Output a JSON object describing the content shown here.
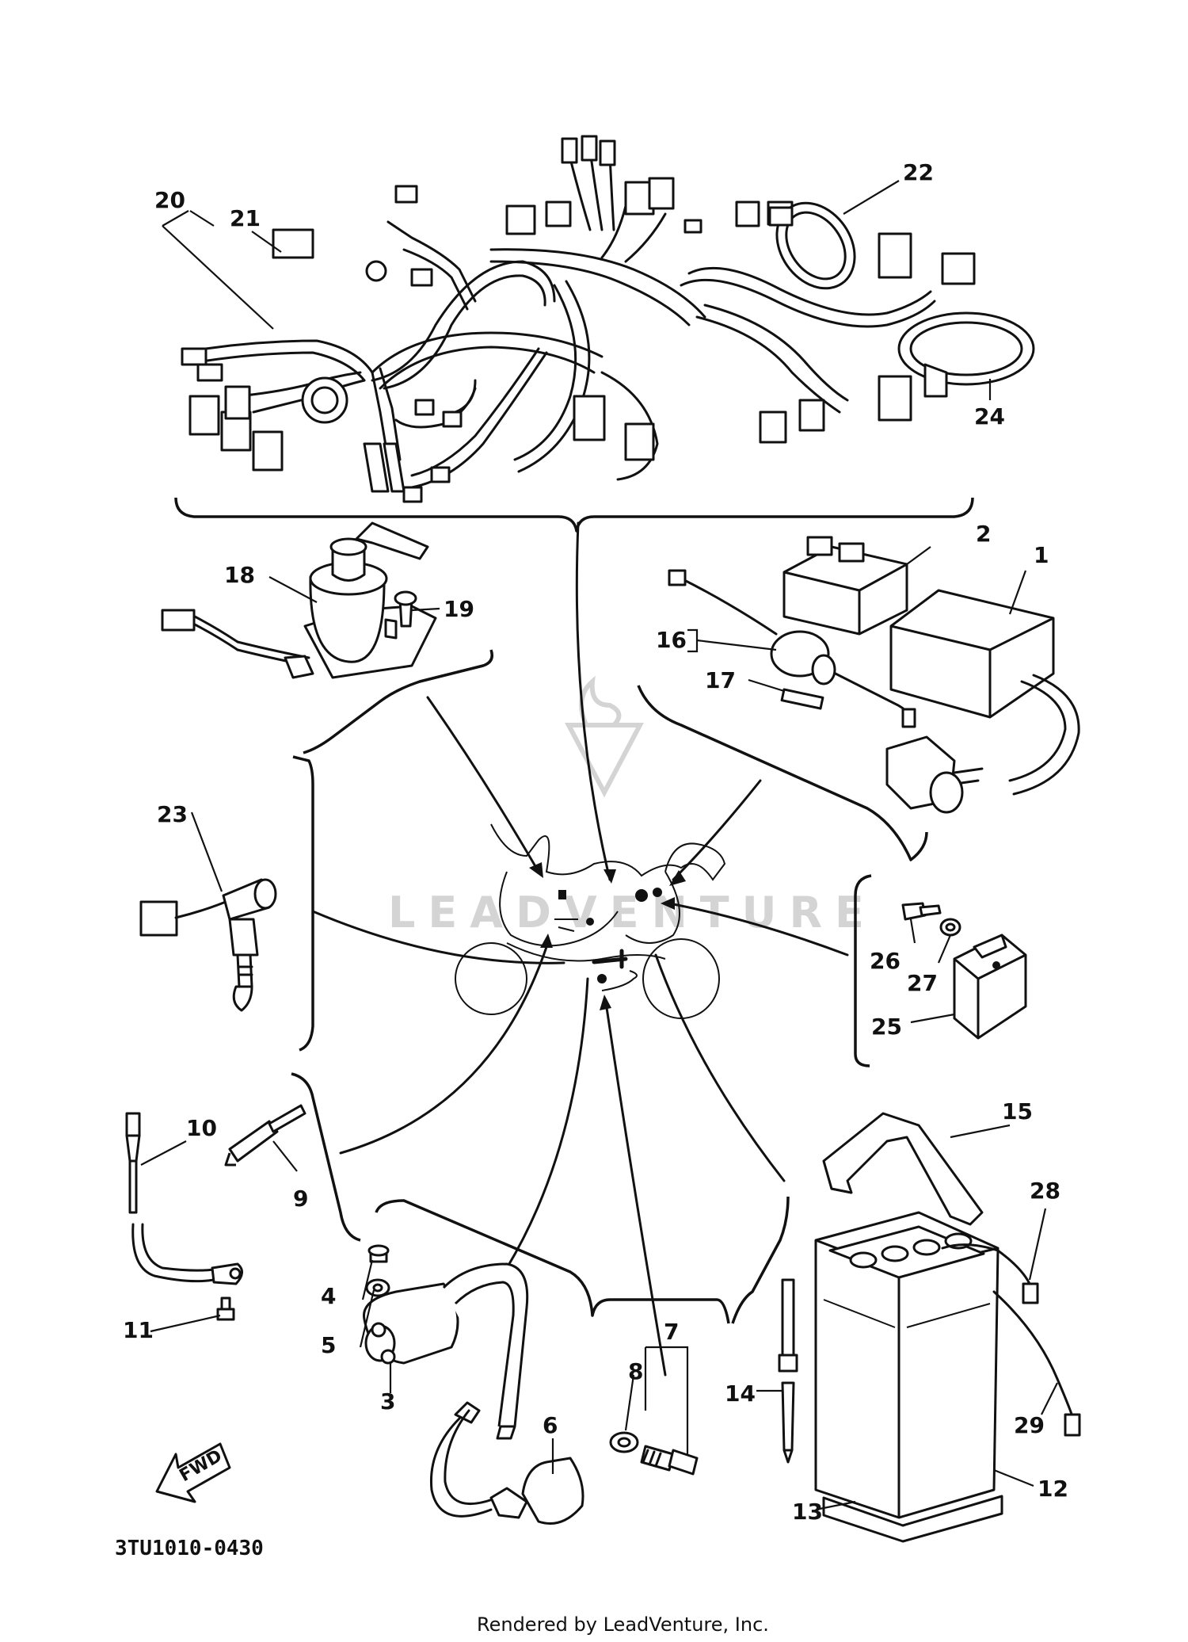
{
  "watermark": {
    "text": "LEADVENTURE"
  },
  "diagram_code": "3TU1010-0430",
  "credit": "Rendered by LeadVenture, Inc.",
  "fwd_label": "FWD",
  "callouts": {
    "c1": "1",
    "c2": "2",
    "c3": "3",
    "c4": "4",
    "c5": "5",
    "c6": "6",
    "c7": "7",
    "c8": "8",
    "c9": "9",
    "c10": "10",
    "c11": "11",
    "c12": "12",
    "c13": "13",
    "c14": "14",
    "c15": "15",
    "c16": "16",
    "c17": "17",
    "c18": "18",
    "c19": "19",
    "c20": "20",
    "c21": "21",
    "c22": "22",
    "c23": "23",
    "c24": "24",
    "c25": "25",
    "c26": "26",
    "c27": "27",
    "c28": "28",
    "c29": "29"
  }
}
